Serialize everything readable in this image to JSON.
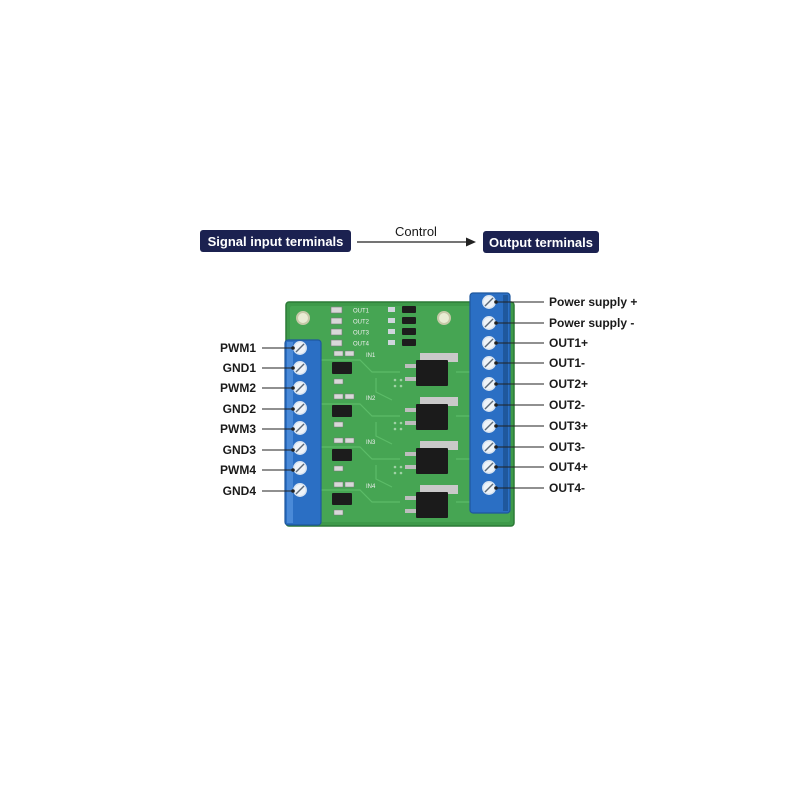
{
  "header": {
    "input_label": "Signal input terminals",
    "control_label": "Control",
    "output_label": "Output terminals"
  },
  "input_terminals": [
    "PWM1",
    "GND1",
    "PWM2",
    "GND2",
    "PWM3",
    "GND3",
    "PWM4",
    "GND4"
  ],
  "output_terminals": [
    "Power supply +",
    "Power supply -",
    "OUT1+",
    "OUT1-",
    "OUT2+",
    "OUT2-",
    "OUT3+",
    "OUT3-",
    "OUT4+",
    "OUT4-"
  ],
  "board": {
    "led_labels": [
      "OUT1",
      "OUT2",
      "OUT3",
      "OUT4"
    ],
    "channel_labels": [
      "IN1",
      "IN2",
      "IN3",
      "IN4"
    ]
  },
  "colors": {
    "pcb": "#3e9a4a",
    "terminal_block": "#2b6fc4",
    "header_pill": "#1b2150"
  }
}
